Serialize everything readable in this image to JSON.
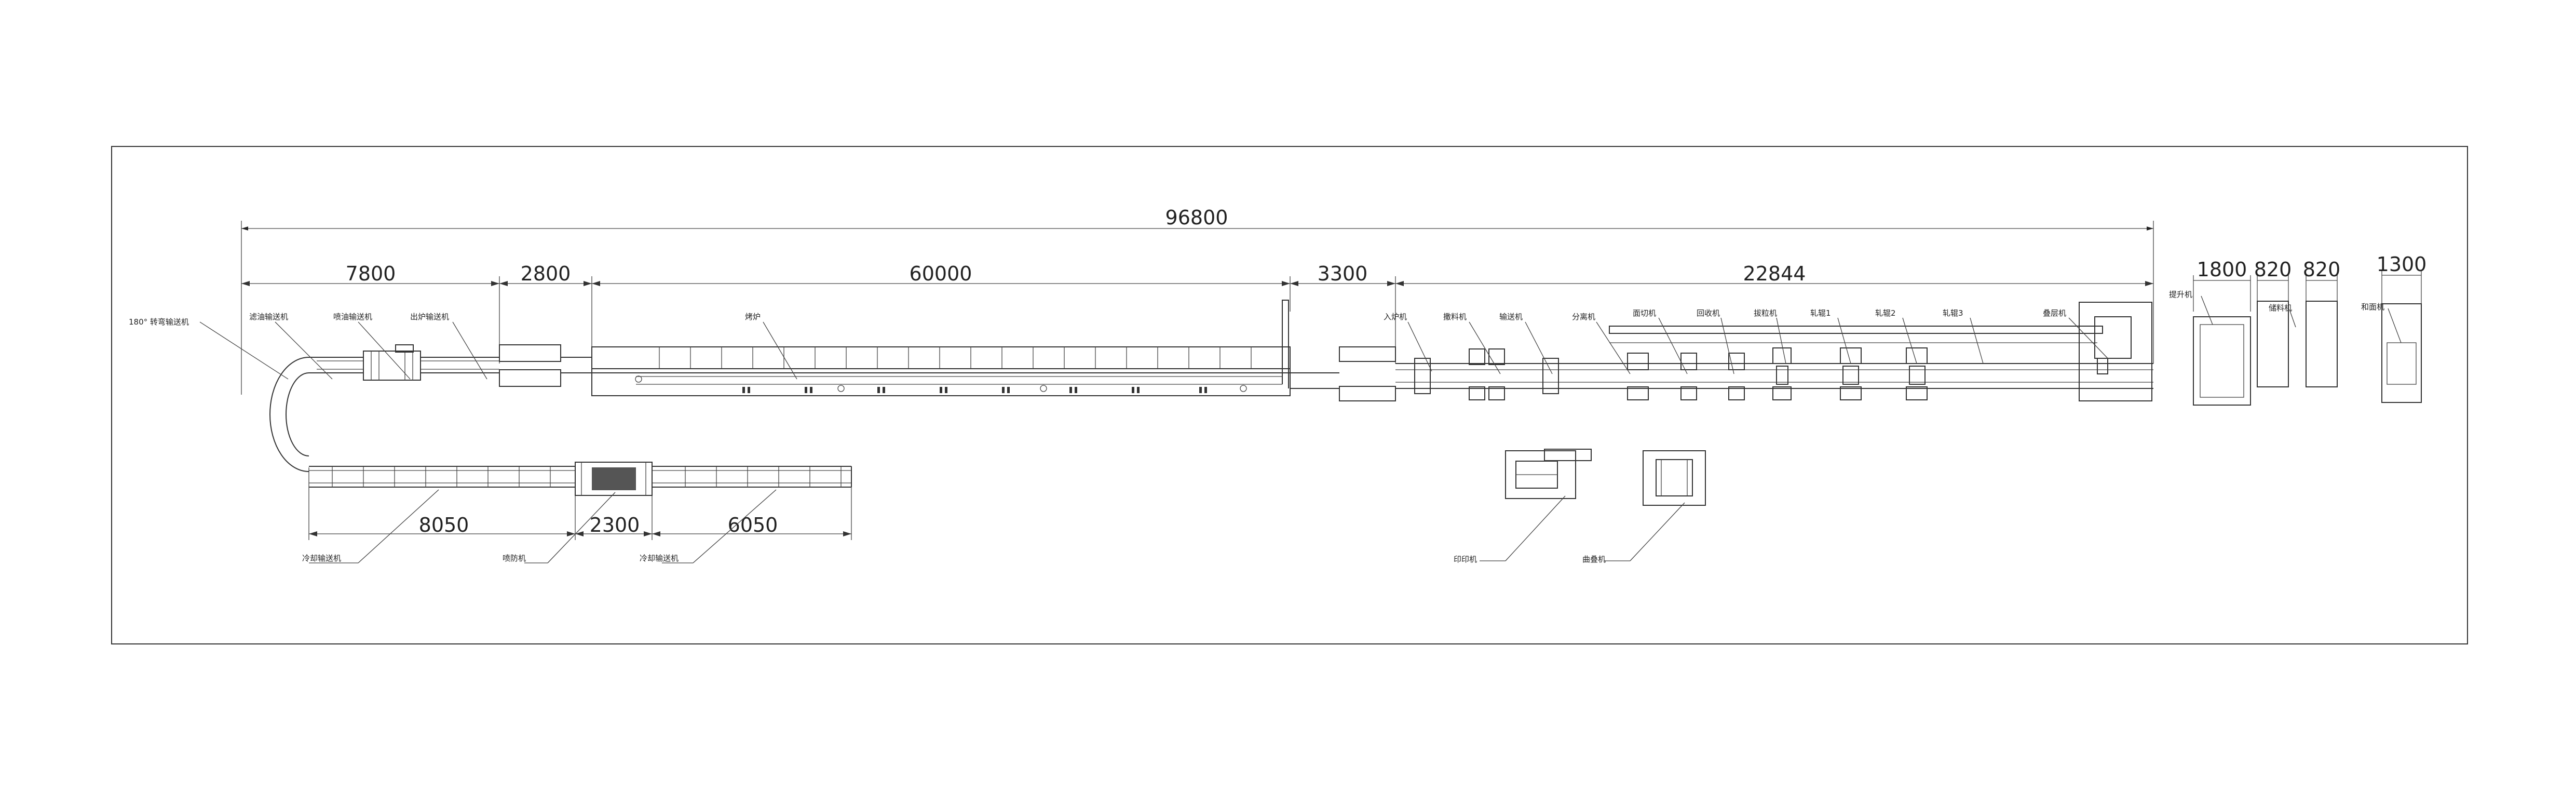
{
  "dimensions": {
    "overall": "96800",
    "cooling_left": "7800",
    "exit_conveyor": "2800",
    "oven": "60000",
    "gap": "3300",
    "production_line": "22844",
    "cooling_1": "8050",
    "spray": "2300",
    "cooling_2": "6050",
    "lift_machine": "1800",
    "storage_1": "820",
    "storage_2": "820",
    "mixer": "1300"
  },
  "labels": {
    "turn_conveyor": "180° 转弯输送机",
    "oil_filter_conveyor": "滤油输送机",
    "oil_spray_conveyor": "喷油输送机",
    "exit_conveyor": "出炉输送机",
    "oven": "烤炉",
    "cooling_conveyor_1": "冷却输送机",
    "spray_machine": "喷防机",
    "cooling_conveyor_2": "冷却输送机",
    "feed_machine": "入炉机",
    "sprinkle_machine": "撒料机",
    "conveyor": "输送机",
    "separator": "分离机",
    "cutter": "面切机",
    "recycler": "回收机",
    "cut_machine": "拔粒机",
    "roller_1": "轧辊1",
    "roller_2": "轧辊2",
    "roller_3": "轧辊3",
    "folder": "叠层机",
    "lifter": "提升机",
    "storage": "储料机",
    "mixer": "和面机",
    "printer": "印印机",
    "curler": "曲叠机"
  }
}
